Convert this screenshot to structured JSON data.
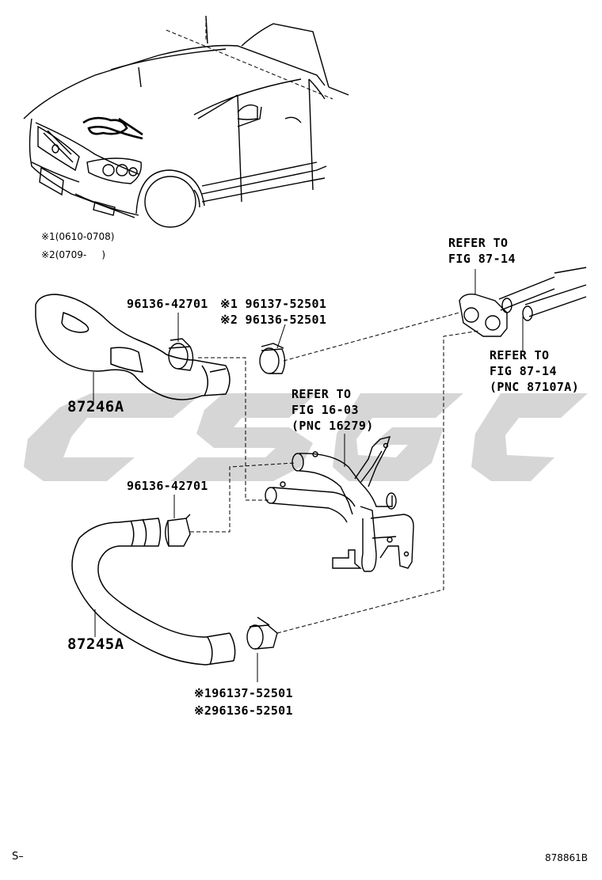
{
  "watermark": {
    "color": "#d6d6d6"
  },
  "notes": {
    "note1": "※1(0610-0708)",
    "note2": "※2(0709-     )"
  },
  "refs": {
    "top_refer_line1": "REFER TO",
    "top_refer_line2": "FIG 87-14",
    "right_refer_line1": "REFER TO",
    "right_refer_line2": "FIG 87-14",
    "right_refer_line3": "(PNC 87107A)",
    "mid_refer_line1": "REFER TO",
    "mid_refer_line2": "FIG 16-03",
    "mid_refer_line3": "(PNC 16279)"
  },
  "parts": {
    "clamp_upper_left": "96136-42701",
    "clamp_upper_right_1": "※1 96137-52501",
    "clamp_upper_right_2": "※2 96136-52501",
    "hose_upper": "87246A",
    "clamp_lower_left": "96136-42701",
    "hose_lower": "87245A",
    "clamp_lower_right_1": "※196137-52501",
    "clamp_lower_right_2": "※296136-52501"
  },
  "footer": {
    "left_code": "S–",
    "figure_id": "878861B"
  }
}
